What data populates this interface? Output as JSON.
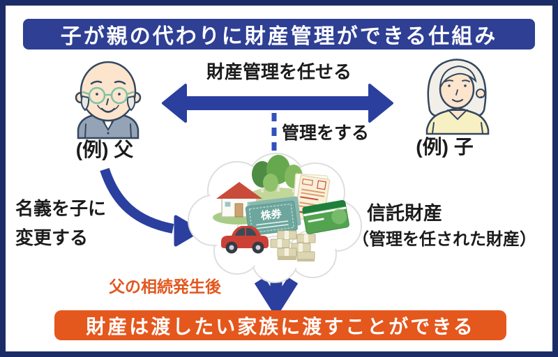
{
  "title": "子が親の代わりに財産管理ができる仕組み",
  "actors": {
    "father": {
      "label": "(例) 父"
    },
    "child": {
      "label": "(例) 子"
    }
  },
  "relations": {
    "entrust_label": "財産管理を任せる",
    "manage_label": "管理をする",
    "rename_line1": "名義を子に",
    "rename_line2": "変更する"
  },
  "trust_assets": {
    "name": "信託財産",
    "description": "（管理を任された財産）",
    "stock_certificate_label": "株券",
    "item_icons": [
      "trees-icon",
      "house-icon",
      "insurance-documents-icon",
      "stock-certificate-icon",
      "bank-card-icon",
      "car-icon",
      "cash-bundles-icon"
    ]
  },
  "outcome": {
    "trigger_label": "父の相続発生後",
    "banner_label": "財産は渡したい家族に渡すことができる"
  },
  "colors": {
    "frame_border": "#1c2c66",
    "title_background": "#2e3f94",
    "arrow_blue": "#2b3f9e",
    "dashed_blue": "#3351bb",
    "accent_orange": "#e4571d",
    "text_black": "#1b1b1b",
    "banner_text": "#ffffff"
  }
}
